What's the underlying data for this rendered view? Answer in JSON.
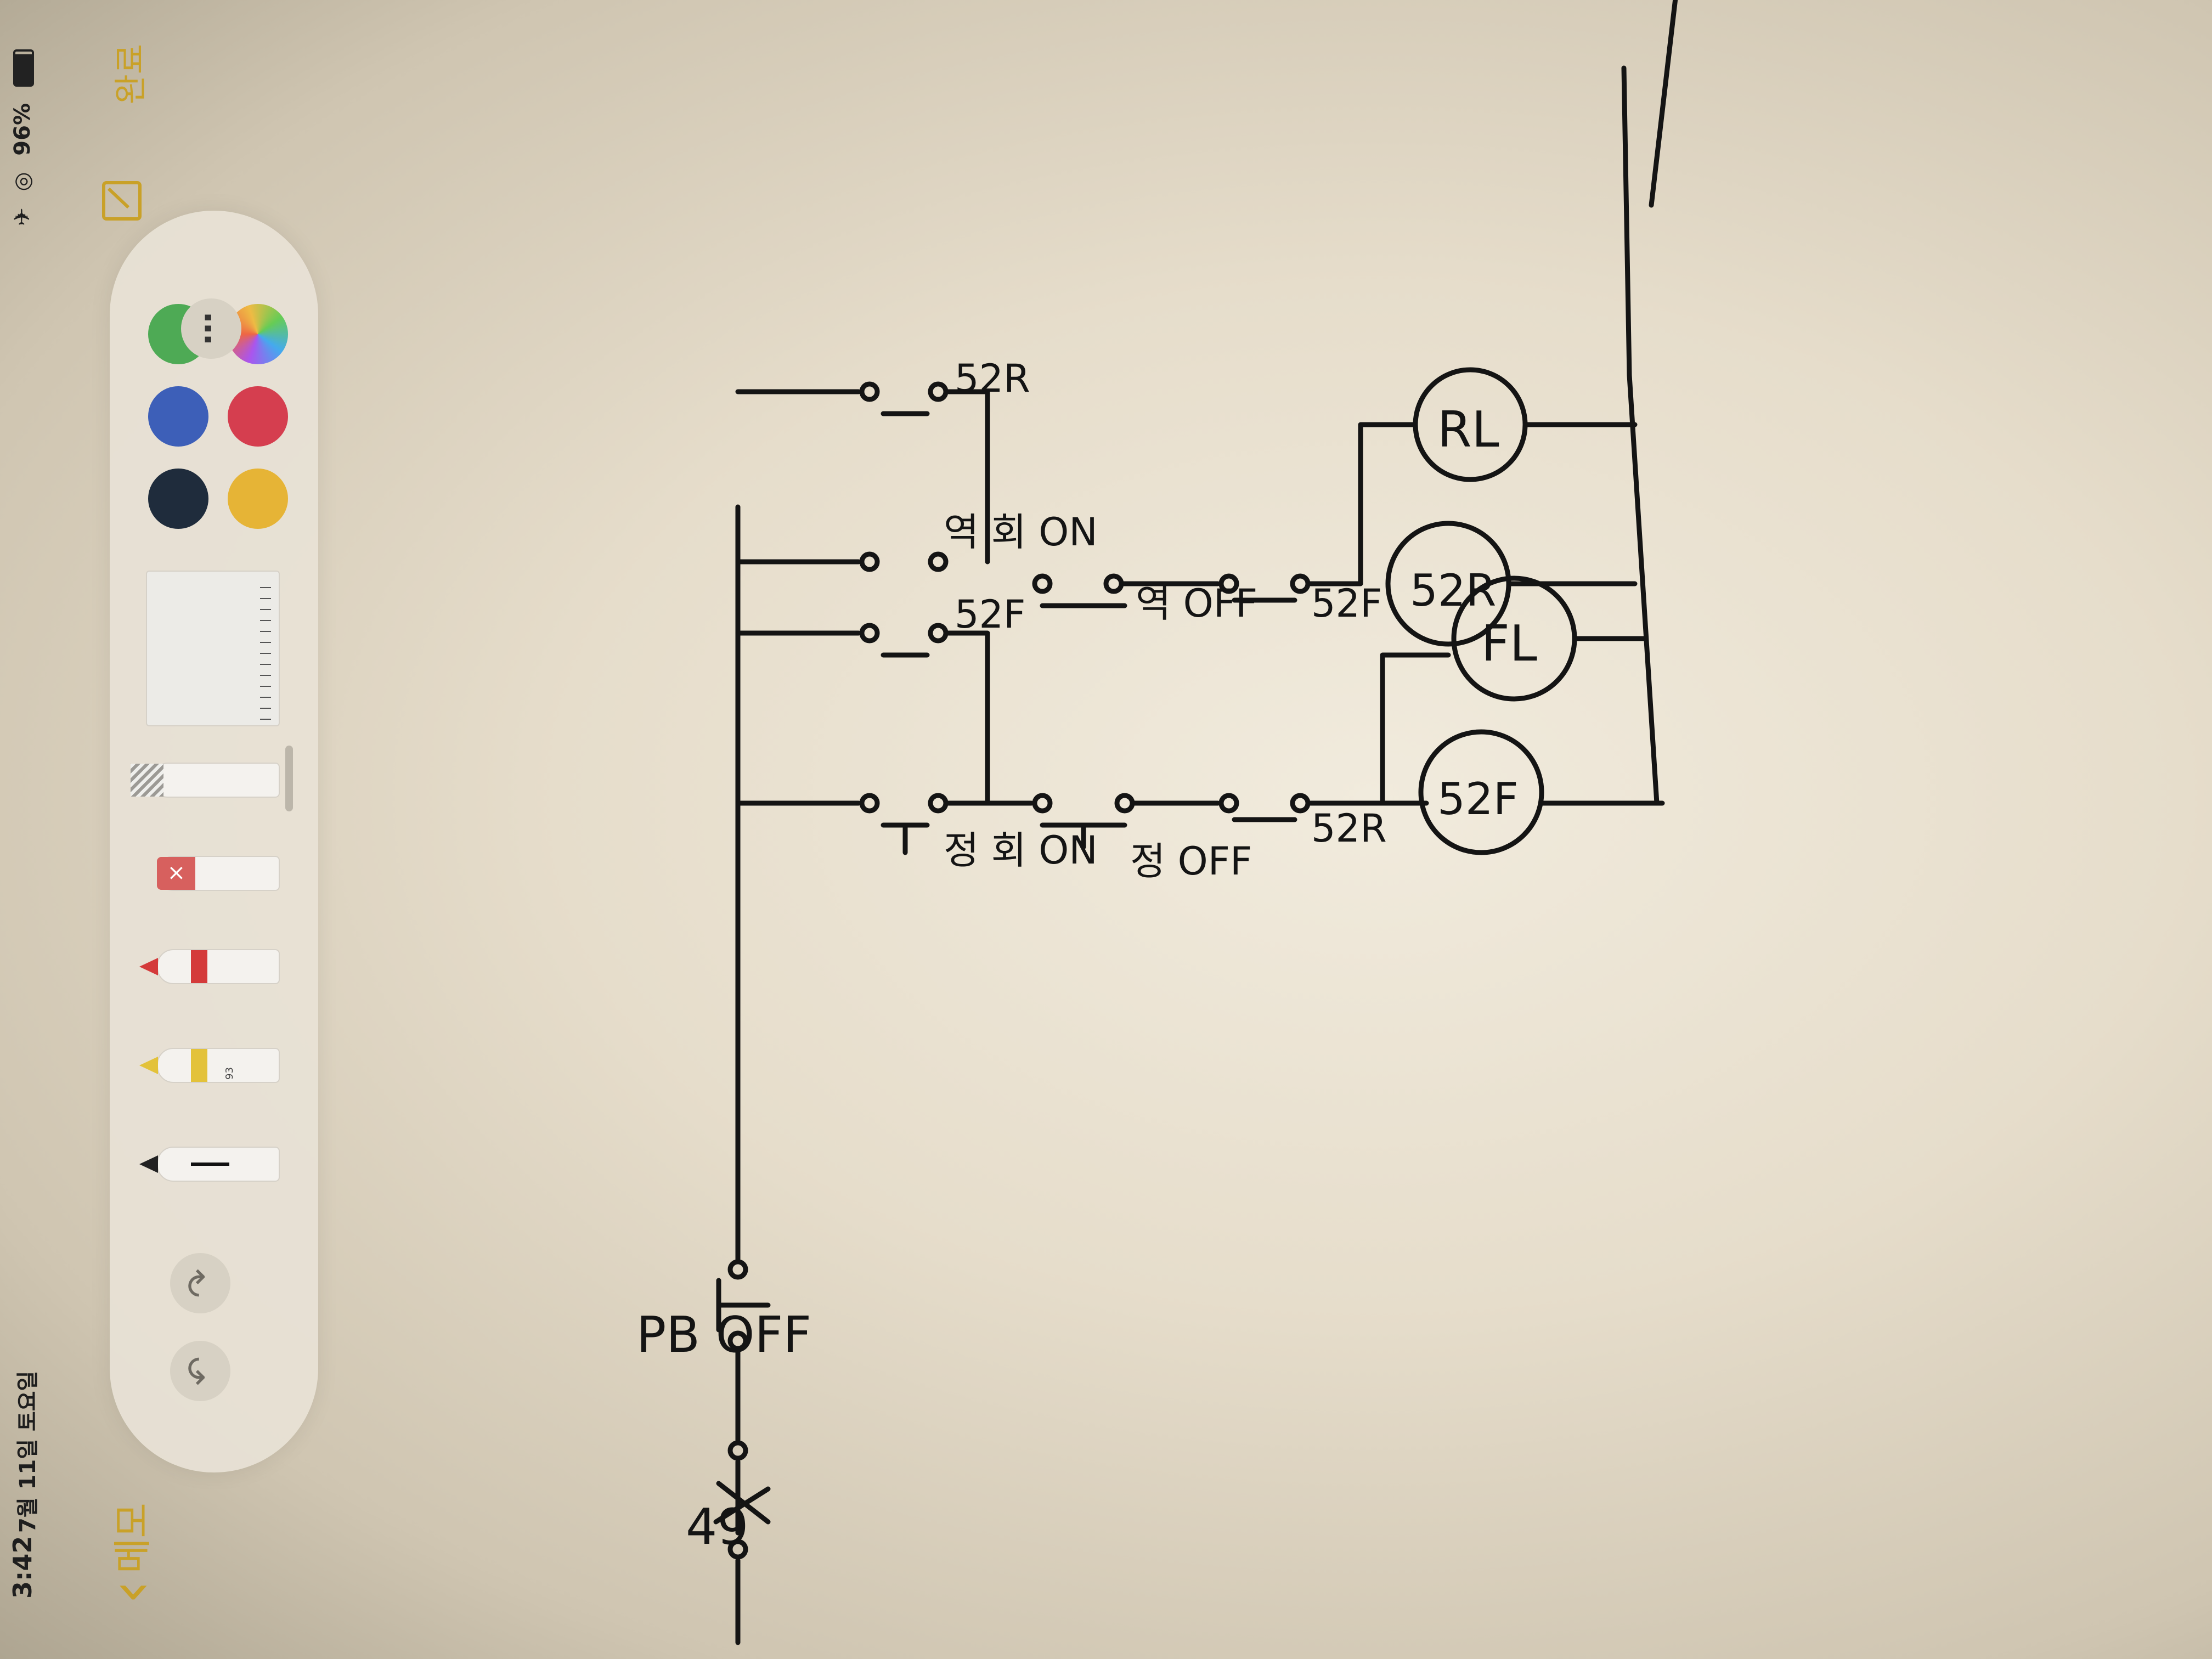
{
  "status_bar": {
    "time": "3:42",
    "date": "7월 11일 토요일",
    "airplane_icon": "✈",
    "location_icon": "◎",
    "battery": "96%"
  },
  "nav": {
    "back_label": "메모",
    "back_icon": "‹",
    "done_label": "완료",
    "compose_icon": "compose-icon"
  },
  "toolbar": {
    "undo_icon": "↶",
    "redo_icon": "↷",
    "more_icon": "⋯",
    "highlighter_label": "93",
    "eraser_mark": "×",
    "colors": [
      "#1f2c3c",
      "#3d5fb8",
      "#4eaa55",
      "#e6b436",
      "#d53e4f",
      "multicolor"
    ]
  },
  "drawing": {
    "labels": {
      "relay_49": "49",
      "pb_off": "PB OFF",
      "fwd_on": "정 회 ON",
      "r52f_contact": "52F",
      "fwd_off": "정 OFF",
      "r52r_contact": "52R",
      "rev_on": "역 회 ON",
      "r52r_contact2": "52R",
      "rev_off": "역 OFF",
      "r52f_contact2": "52F",
      "coil_52f": "52F",
      "lamp_fl": "FL",
      "coil_52r": "52R",
      "lamp_rl": "RL"
    }
  }
}
